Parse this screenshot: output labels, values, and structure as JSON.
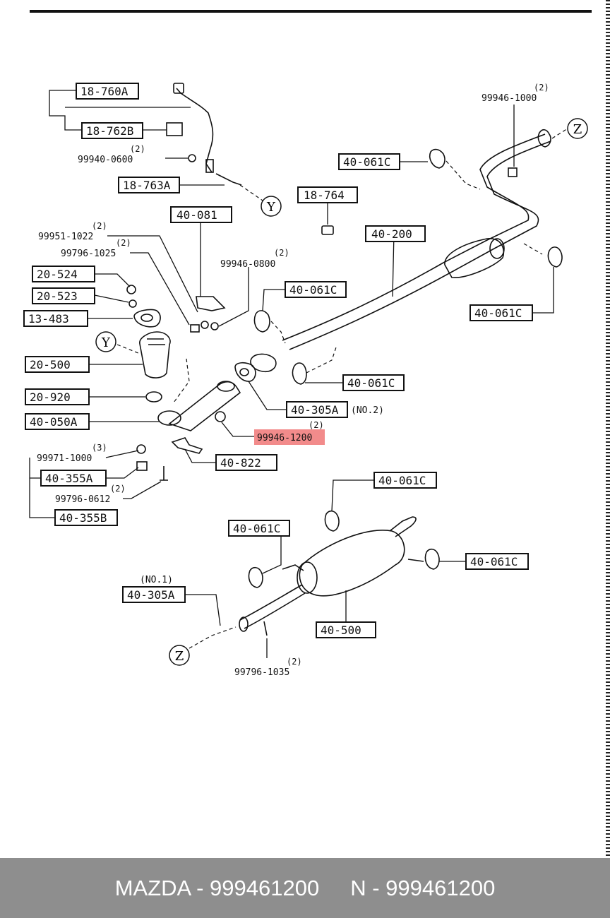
{
  "labels": {
    "l_18_760A": "18-760A",
    "l_18_762B": "18-762B",
    "l_18_763A": "18-763A",
    "l_18_764": "18-764",
    "l_40_081": "40-081",
    "l_40_200": "40-200",
    "l_40_061C_a": "40-061C",
    "l_40_061C_b": "40-061C",
    "l_40_061C_c": "40-061C",
    "l_40_061C_d": "40-061C",
    "l_40_061C_e": "40-061C",
    "l_40_061C_f": "40-061C",
    "l_40_061C_g": "40-061C",
    "l_20_524": "20-524",
    "l_20_523": "20-523",
    "l_13_483": "13-483",
    "l_20_500": "20-500",
    "l_20_920": "20-920",
    "l_40_050A": "40-050A",
    "l_40_305A_2": "40-305A",
    "l_40_305A_1": "40-305A",
    "l_40_822": "40-822",
    "l_40_355A": "40-355A",
    "l_40_355B": "40-355B",
    "l_40_500": "40-500"
  },
  "part_numbers": {
    "p_99940_0600": "99940-0600",
    "p_99946_1000": "99946-1000",
    "p_99951_1022": "99951-1022",
    "p_99796_1025": "99796-1025",
    "p_99946_0800": "99946-0800",
    "p_99946_1200": "99946-1200",
    "p_99971_1000": "99971-1000",
    "p_99796_0612": "99796-0612",
    "p_99796_1035": "99796-1035"
  },
  "qty": {
    "two": "(2)",
    "three": "(3)"
  },
  "notes": {
    "no2": "(NO.2)",
    "no1": "(NO.1)"
  },
  "markers": {
    "y": "Y",
    "z": "Z"
  },
  "highlight_color": "#f28b8b",
  "footer": {
    "left": "MAZDA - 999461200",
    "right": "N - 999461200"
  }
}
